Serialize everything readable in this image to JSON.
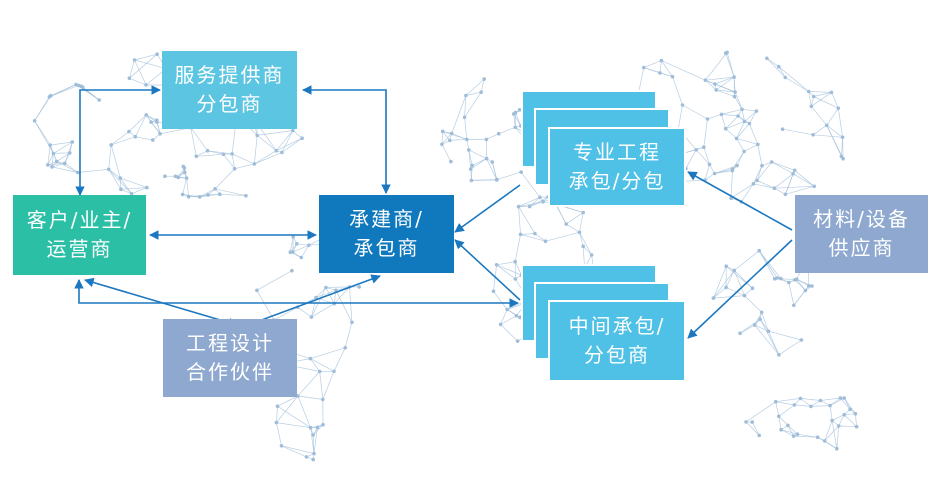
{
  "nodes": {
    "service": {
      "lines": [
        "服务提供商",
        "分包商"
      ]
    },
    "client": {
      "lines": [
        "客户/业主/",
        "运营商"
      ]
    },
    "contractor": {
      "lines": [
        "承建商/",
        "承包商"
      ]
    },
    "design": {
      "lines": [
        "工程设计",
        "合作伙伴"
      ]
    },
    "specialty": {
      "lines": [
        "专业工程",
        "承包/分包"
      ]
    },
    "intermediate": {
      "lines": [
        "中间承包/",
        "分包商"
      ]
    },
    "supplier": {
      "lines": [
        "材料/设备",
        "供应商"
      ]
    }
  },
  "colors": {
    "service": "#5bc5e2",
    "client": "#2bbfa6",
    "contractor": "#1079bd",
    "design": "#8ea8cf",
    "stack": "#50c1e6",
    "supplier": "#8ea8cf",
    "arrow": "#1b78c0",
    "network": "#9fbdd9"
  }
}
